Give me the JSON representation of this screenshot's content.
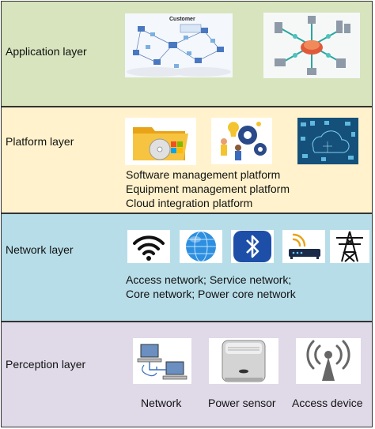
{
  "layers": [
    {
      "name": "Application layer"
    },
    {
      "name": "Platform layer",
      "description": [
        "Software management platform",
        "Equipment management platform",
        "Cloud integration platform"
      ]
    },
    {
      "name": "Network layer",
      "description": [
        "Access network; Service network;",
        "Core network; Power core network"
      ]
    },
    {
      "name": "Perception layer",
      "captions": [
        "Network",
        "Power sensor",
        "Access device"
      ]
    }
  ],
  "application_image_text": "Customer",
  "icons": {
    "application": [
      "customer-network-diagram-icon",
      "smart-city-hub-icon"
    ],
    "platform": [
      "software-folder-icon",
      "team-gears-icon",
      "cloud-tech-icon"
    ],
    "network": [
      "wifi-icon",
      "globe-icon",
      "bluetooth-icon",
      "router-icon",
      "power-tower-icon"
    ],
    "perception": [
      "network-computers-icon",
      "power-sensor-icon",
      "access-device-antenna-icon"
    ]
  },
  "colors": {
    "application_bg": "#d7e4bd",
    "platform_bg": "#fff2cc",
    "network_bg": "#b7dde8",
    "perception_bg": "#e0d9e8",
    "bluetooth_blue": "#1d4fa8",
    "globe_blue": "#2e8fe0"
  }
}
